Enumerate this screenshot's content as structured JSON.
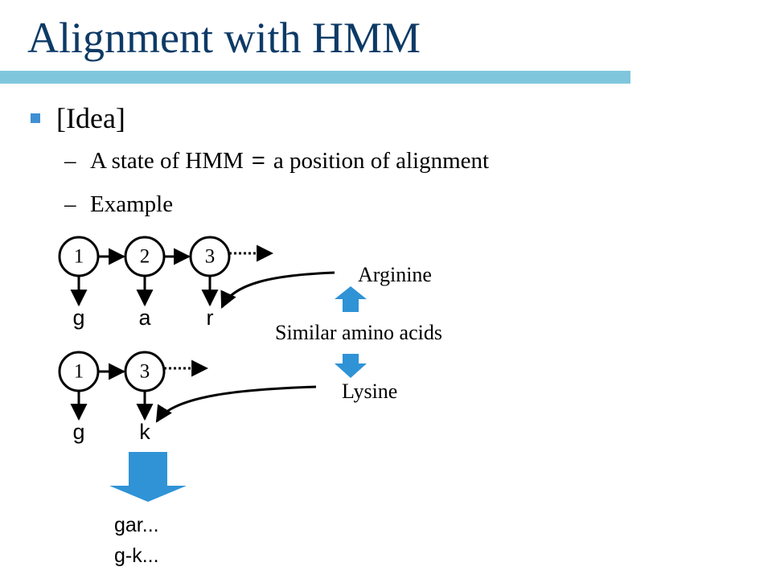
{
  "slide": {
    "title": "Alignment with HMM"
  },
  "bullets": {
    "main": "[Idea]",
    "sub1_part1": "A state of HMM",
    "sub1_eq": "=",
    "sub1_part2": "a position of alignment",
    "sub2": "Example",
    "dash": "–"
  },
  "diagram": {
    "row1": {
      "states": [
        "1",
        "2",
        "3"
      ],
      "emissions": [
        "g",
        "a",
        "r"
      ]
    },
    "row2": {
      "states": [
        "1",
        "3"
      ],
      "emissions": [
        "g",
        "k"
      ]
    },
    "arginine": "Arginine",
    "similar": "Similar amino acids",
    "lysine": "Lysine",
    "result_line1": "gar...",
    "result_line2": "g-k..."
  },
  "colors": {
    "title": "#0d3a66",
    "title_bar": "#7fc6dc",
    "bullet": "#3f8fd4",
    "arrow_fill": "#2f93d6"
  }
}
